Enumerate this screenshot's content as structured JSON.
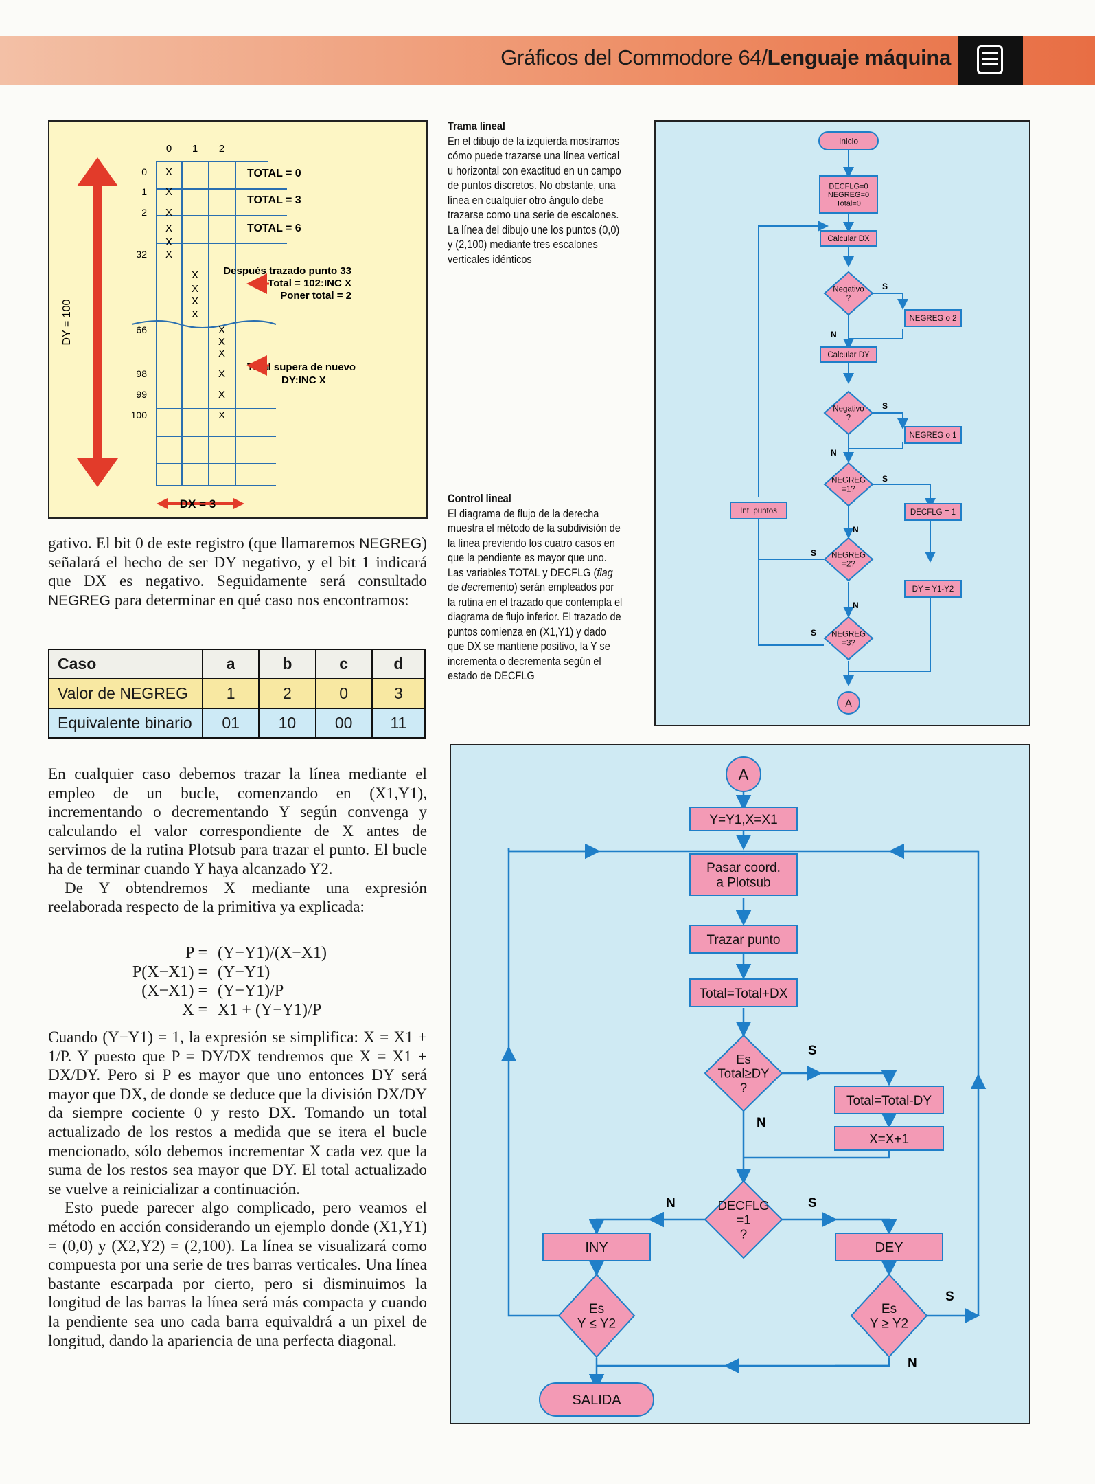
{
  "header": {
    "title_plain": "Gráficos del Commodore 64/",
    "title_bold": "Lenguaje máquina",
    "icon": "computer-icon"
  },
  "grid_figure": {
    "columns": [
      "0",
      "1",
      "2"
    ],
    "rows": [
      {
        "label": "0",
        "cells": [
          "X",
          "",
          ""
        ]
      },
      {
        "label": "1",
        "cells": [
          "X",
          "",
          ""
        ]
      },
      {
        "label": "2",
        "cells": [
          "X",
          "",
          ""
        ]
      },
      {
        "label": "",
        "cells": [
          "X",
          "",
          ""
        ]
      },
      {
        "label": "",
        "cells": [
          "X",
          "",
          ""
        ]
      },
      {
        "label": "32",
        "cells": [
          "X",
          "",
          ""
        ]
      },
      {
        "label": "",
        "cells": [
          "",
          "X",
          ""
        ]
      },
      {
        "label": "",
        "cells": [
          "",
          "X",
          ""
        ]
      },
      {
        "label": "",
        "cells": [
          "",
          "X",
          ""
        ]
      },
      {
        "label": "",
        "cells": [
          "",
          "X",
          ""
        ]
      },
      {
        "label": "66",
        "cells": [
          "",
          "",
          "X"
        ]
      },
      {
        "label": "",
        "cells": [
          "",
          "",
          "X"
        ]
      },
      {
        "label": "",
        "cells": [
          "",
          "",
          "X"
        ]
      },
      {
        "label": "98",
        "cells": [
          "",
          "",
          "X"
        ]
      },
      {
        "label": "99",
        "cells": [
          "",
          "",
          "X"
        ]
      },
      {
        "label": "100",
        "cells": [
          "",
          "",
          "X"
        ]
      }
    ],
    "dy_label": "DY = 100",
    "dx_label": "DX = 3",
    "totals": [
      "TOTAL = 0",
      "TOTAL = 3",
      "TOTAL = 6"
    ],
    "note1": [
      "Después trazado punto 33",
      "Total = 102:INC X",
      "Poner total = 2"
    ],
    "note2": [
      "Total supera de nuevo",
      "DY:INC X"
    ],
    "colors": {
      "arrow": "#e23b2a",
      "background": "#fdf6c5"
    }
  },
  "caption_trama": {
    "title": "Trama lineal",
    "text": "En el dibujo de la izquierda mostramos cómo puede trazarse una línea vertical u horizontal con exactitud en un campo de puntos discretos. No obstante, una línea en cualquier otro ángulo debe trazarse como una serie de escalones. La línea del dibujo une los puntos (0,0) y (2,100) mediante tres escalones verticales idénticos"
  },
  "caption_control": {
    "title": "Control lineal",
    "text_a": "El diagrama de flujo de la derecha muestra el método de la subdivisión de la línea previendo los cuatro casos en que la pendiente es mayor que uno. Las variables TOTAL y DECFLG (",
    "text_em1": "flag",
    "text_b": " de ",
    "text_em2": "dec",
    "text_c": "remento) serán empleados por la rutina en el trazado que contempla el diagrama de flujo inferior. El trazado de puntos comienza en (X1,Y1) y dado que DX se mantiene positivo, la Y se incrementa o decrementa según el estado de DECFLG"
  },
  "flow1": {
    "inicio": "Inicio",
    "init": [
      "DECFLG=0",
      "NEGREG=0",
      "Total=0"
    ],
    "calc_dx": "Calcular DX",
    "neg1": [
      "Negativo",
      "?"
    ],
    "negreg_or2": "NEGREG o 2",
    "calc_dy": "Calcular DY",
    "neg2": [
      "Negativo",
      "?"
    ],
    "negreg_or1": "NEGREG o 1",
    "q1": [
      "NEGREG",
      "=1?"
    ],
    "decflg": "DECFLG = 1",
    "q2": [
      "NEGREG",
      "=2?"
    ],
    "dy": "DY = Y1-Y2",
    "q3": [
      "NEGREG",
      "=3?"
    ],
    "int_puntos": "Int. puntos",
    "yes": "S",
    "no": "N",
    "connector": "A",
    "colors": {
      "box": "#f39ab5",
      "line": "#1f7fc8"
    }
  },
  "flow2": {
    "connector": "A",
    "init": "Y=Y1,X=X1",
    "pasar": [
      "Pasar coord.",
      "a Plotsub"
    ],
    "trazar": "Trazar punto",
    "total": "Total=Total+DX",
    "q_total": [
      "Es",
      "Total≥DY",
      "?"
    ],
    "total_minus": "Total=Total-DY",
    "xinc": "X=X+1",
    "q_decflg": [
      "DECFLG",
      "=1",
      "?"
    ],
    "iny": "INY",
    "dey": "DEY",
    "q_le": [
      "Es",
      "Y ≤ Y2"
    ],
    "q_ge": [
      "Es",
      "Y ≥ Y2"
    ],
    "salida": "SALIDA",
    "yes": "S",
    "no": "N"
  },
  "text1": {
    "a": "gativo. El bit 0 de este registro (que llamaremos ",
    "negreg": "NEGREG",
    "b": ") señalará el hecho de ser DY negativo, y el bit 1 indicará que DX es negativo. Seguidamente será consultado ",
    "c": " para determinar en qué caso nos encontramos:"
  },
  "table": {
    "header": [
      "Caso",
      "a",
      "b",
      "c",
      "d"
    ],
    "row1": [
      "Valor de NEGREG",
      "1",
      "2",
      "0",
      "3"
    ],
    "row2": [
      "Equivalente binario",
      "01",
      "10",
      "00",
      "11"
    ]
  },
  "text2": {
    "p1": "En cualquier caso debemos trazar la línea mediante el empleo de un bucle, comenzando en (X1,Y1), incrementando o decrementando Y según convenga y calculando el valor correspondiente de X antes de servirnos de la rutina Plotsub para trazar el punto. El bucle ha de terminar cuando Y haya alcanzado Y2.",
    "p2": "De Y obtendremos X mediante una expresión reelaborada respecto de la primitiva ya explicada:"
  },
  "formula": [
    {
      "l": "P =",
      "r": "(Y−Y1)/(X−X1)"
    },
    {
      "l": "P(X−X1) =",
      "r": "(Y−Y1)"
    },
    {
      "l": "(X−X1) =",
      "r": "(Y−Y1)/P"
    },
    {
      "l": "X =",
      "r": "X1 + (Y−Y1)/P"
    }
  ],
  "text3": {
    "p1": "Cuando (Y−Y1) = 1, la expresión se simplifica: X = X1 + 1/P. Y puesto que P = DY/DX tendremos que X = X1 + DX/DY. Pero si P es mayor que uno entonces DY será mayor que DX, de donde se deduce que la división DX/DY da siempre cociente 0 y resto DX. Tomando un total actualizado de los restos a medida que se itera el bucle mencionado, sólo debemos incrementar X cada vez que la suma de los restos sea mayor que DY. El total actualizado se vuelve a reinicializar a continuación.",
    "p2": "Esto puede parecer algo complicado, pero veamos el método en acción considerando un ejemplo donde (X1,Y1) = (0,0) y (X2,Y2) = (2,100). La línea se visualizará como compuesta por una serie de tres barras verticales. Una línea bastante escarpada por cierto, pero si disminuimos la longitud de las barras la línea será más compacta y cuando la pendiente sea uno cada barra equivaldrá a un pixel de longitud, dando la apariencia de una perfecta diagonal."
  }
}
